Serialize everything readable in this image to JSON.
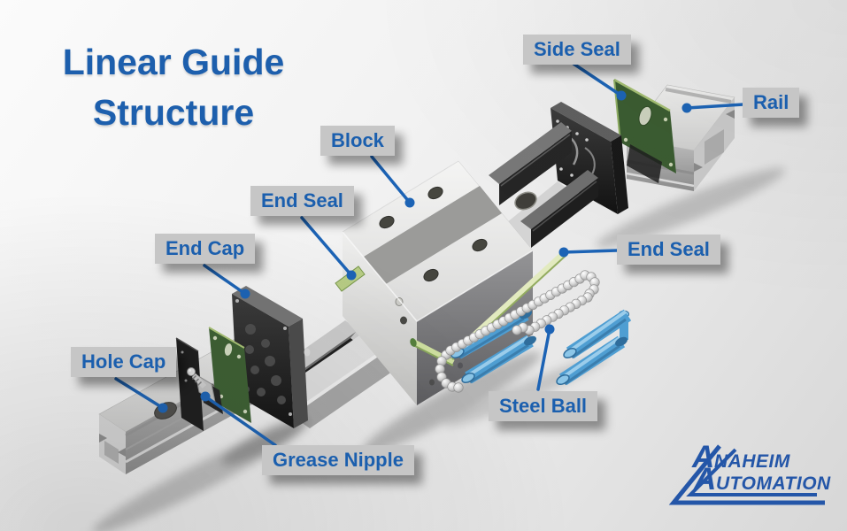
{
  "title": {
    "line1": "Linear Guide",
    "line2": "Structure"
  },
  "labels": [
    {
      "id": "side-seal",
      "text": "Side Seal"
    },
    {
      "id": "rail",
      "text": "Rail"
    },
    {
      "id": "block",
      "text": "Block"
    },
    {
      "id": "end-seal-left",
      "text": "End Seal"
    },
    {
      "id": "end-cap",
      "text": "End Cap"
    },
    {
      "id": "end-seal-right",
      "text": "End Seal"
    },
    {
      "id": "hole-cap",
      "text": "Hole Cap"
    },
    {
      "id": "steel-ball",
      "text": "Steel Ball"
    },
    {
      "id": "grease-nipple",
      "text": "Grease Nipple"
    }
  ],
  "logo": {
    "line1_initial": "A",
    "line1_rest": "NAHEIM",
    "line2_initial": "A",
    "line2_rest": "UTOMATION"
  },
  "colors": {
    "title_blue": "#1d5fad",
    "label_text_blue": "#1b5fae",
    "label_bg_gray": "#c6c6c6",
    "leader_blue": "#1c63b5",
    "logo_blue": "#2456a8",
    "seal_green": "#3d6033",
    "seal_strip_green": "#e2eabf",
    "tube_blue": "#4f9ed2",
    "steel_gray": "#d9d9d9"
  }
}
